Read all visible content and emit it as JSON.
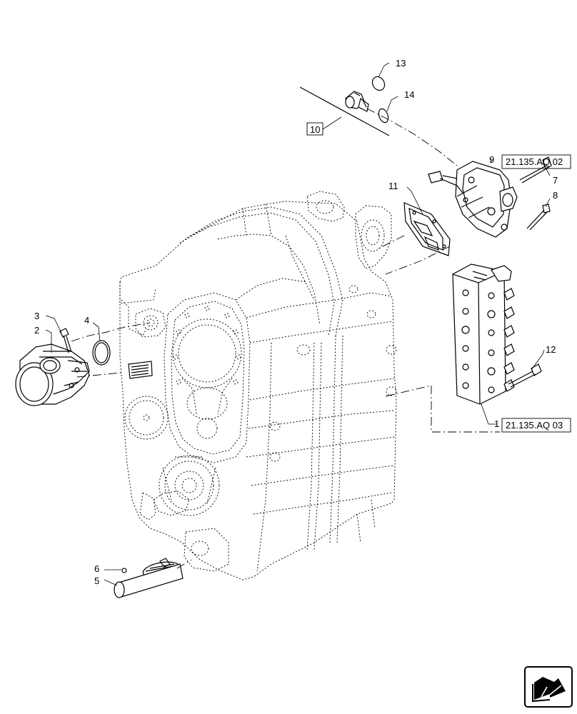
{
  "callouts": {
    "c1": "1",
    "c2": "2",
    "c3": "3",
    "c4": "4",
    "c5": "5",
    "c6": "6",
    "c7": "7",
    "c8": "8",
    "c9": "9",
    "c10": "10",
    "c11": "11",
    "c12": "12",
    "c13": "13",
    "c14": "14"
  },
  "references": {
    "ref_a": "21.135.AQ 02",
    "ref_b": "21.135.AQ 03"
  },
  "icons": {
    "nav": "next-page-arrow-icon"
  }
}
